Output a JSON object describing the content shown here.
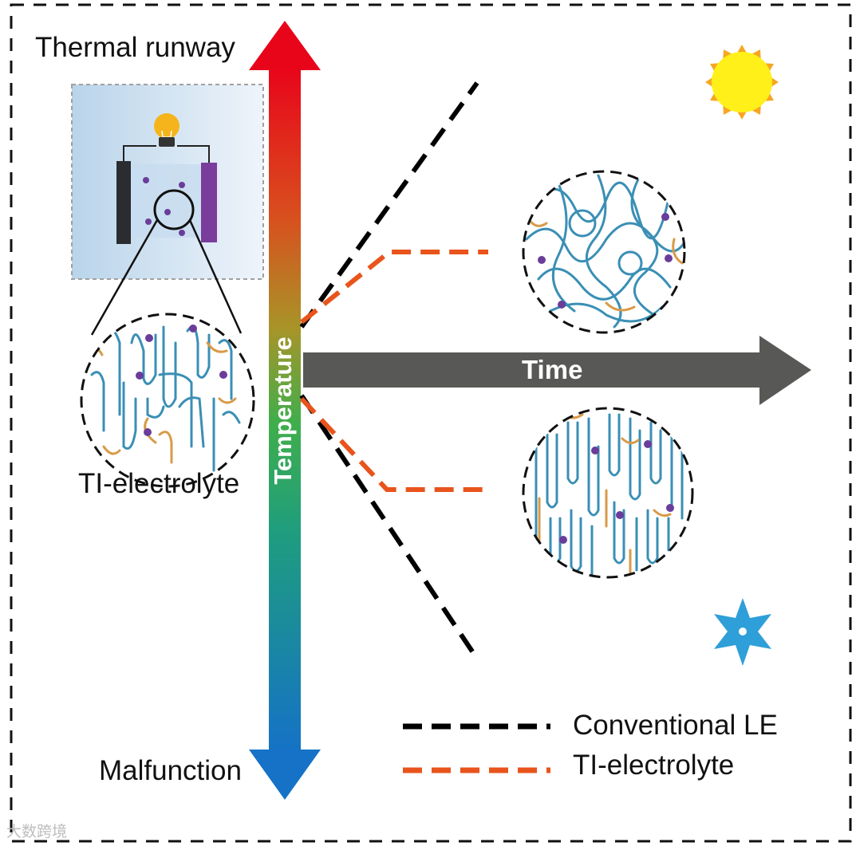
{
  "labels": {
    "top": "Thermal runway",
    "bottom": "Malfunction",
    "axis_vertical": "Temperature",
    "axis_horizontal": "Time",
    "inset_caption": "TI-electrolyte",
    "watermark": "大数跨境"
  },
  "legend": [
    {
      "label": "Conventional LE",
      "color": "#000000"
    },
    {
      "label": "TI-electrolyte",
      "color": "#e8541c"
    }
  ],
  "icons": {
    "hot": "sun-icon",
    "cold": "snowflake-icon",
    "device": "lightbulb-battery-icon"
  },
  "colors": {
    "conventional": "#000000",
    "ti_electrolyte": "#e8541c",
    "arrow_top": "#e8051a",
    "arrow_mid": "#2faa6a",
    "arrow_bottom": "#1572c6",
    "time_arrow": "#585856",
    "polymer_blue": "#3a8fb5",
    "polymer_orange": "#d99a48",
    "ion": "#6a3d9a"
  }
}
